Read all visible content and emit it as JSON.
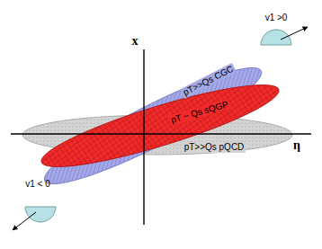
{
  "diagram": {
    "labels": [
      "x",
      "η",
      "pT>>Qs CGC",
      "pT ~ Qs sQGP",
      "pT>>Qs pQCD",
      "v1 >0",
      "v1 < 0"
    ]
  }
}
